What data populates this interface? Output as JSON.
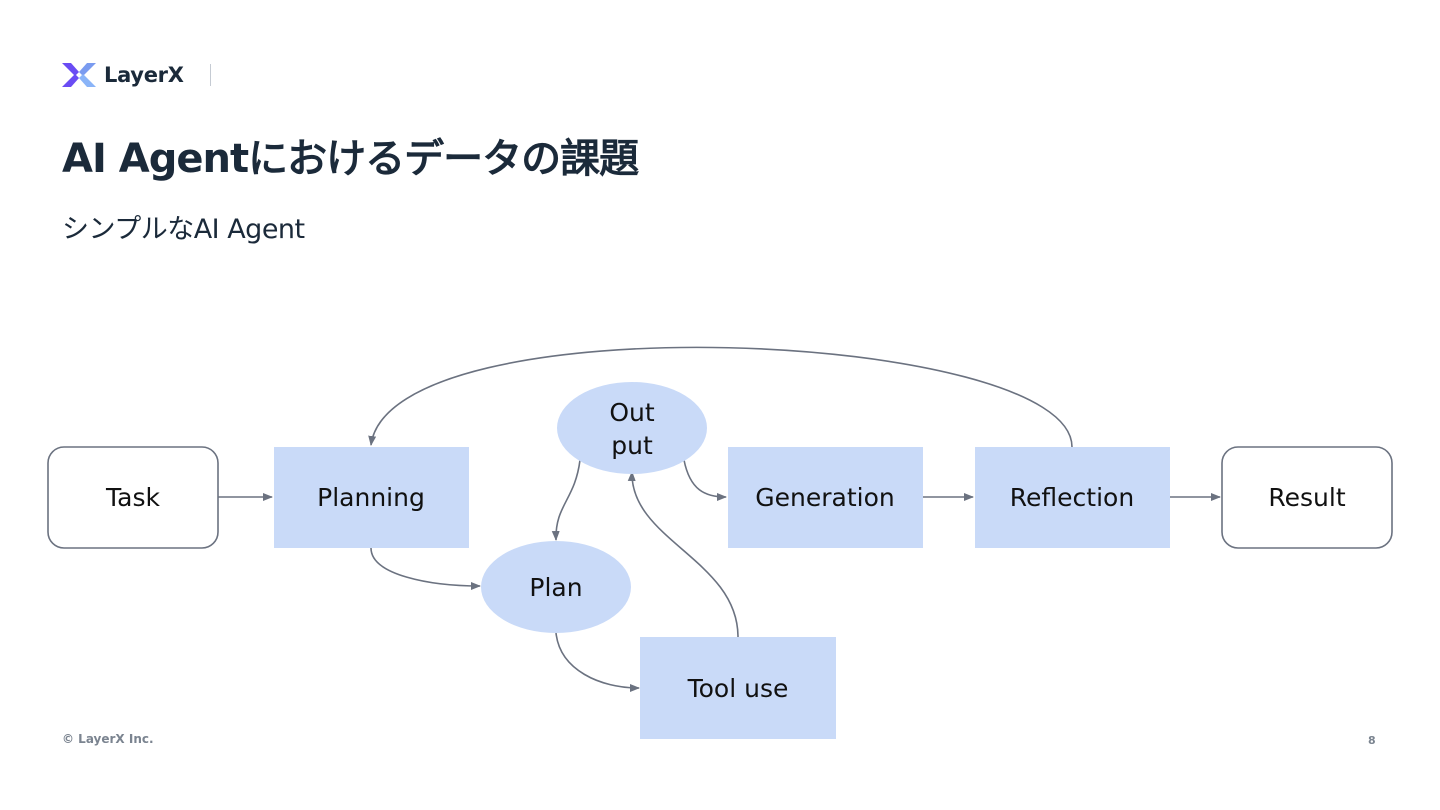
{
  "header": {
    "logo_text": "LayerX",
    "title": "AI Agentにおけるデータの課題",
    "subtitle": "シンプルなAI Agent"
  },
  "diagram": {
    "nodes": {
      "task": "Task",
      "planning": "Planning",
      "output_line1": "Out",
      "output_line2": "put",
      "plan": "Plan",
      "tool_use": "Tool use",
      "generation": "Generation",
      "reflection": "Reflection",
      "result": "Result"
    },
    "colors": {
      "process_fill": "#c9daf8",
      "terminal_stroke": "#6b7280",
      "connector": "#6b7280"
    }
  },
  "footer": {
    "copyright": "© LayerX Inc.",
    "page_number": "8"
  }
}
